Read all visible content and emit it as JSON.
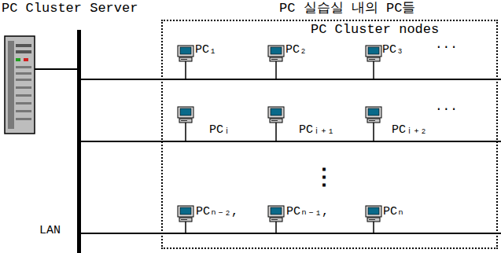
{
  "diagram": {
    "nodes": [
      {
        "text": [
          "PC Cluster Server"
        ]
      },
      {
        "text": [
          "PC 실습실 내의 PC들",
          "PC Cluster nodes"
        ]
      }
    ],
    "labels": [
      "PC₁",
      "PC₂",
      "PC₃",
      "···",
      "PCᵢ",
      "PCᵢ₊₁",
      "PCᵢ₊₂",
      "···",
      "⋮",
      "PCₙ₋₂,",
      "PCₙ₋₁,",
      "PCₙ",
      "LAN"
    ]
  }
}
